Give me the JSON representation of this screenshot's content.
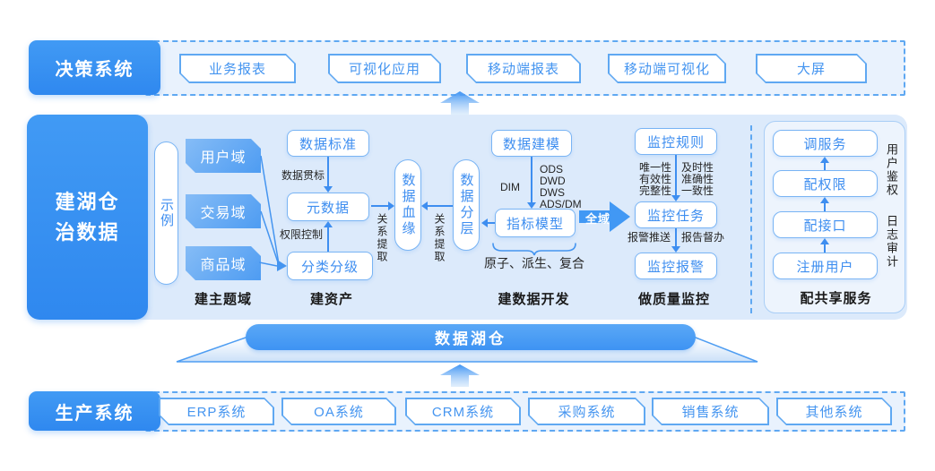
{
  "colors": {
    "primary_blue": "#3E93F3",
    "label_gradient_top": "#419AF4",
    "label_gradient_bottom": "#2F88EF",
    "panel_bg": "#DCEAFB",
    "band_bg": "#E9F2FD",
    "dashed_border": "#5FA8F2",
    "box_border": "#79B4F4",
    "box_text": "#3E8EF0",
    "dark_text": "#1A1A1A"
  },
  "decision": {
    "label": "决策系统",
    "items": [
      "业务报表",
      "可视化应用",
      "移动端报表",
      "移动端可视化",
      "大屏"
    ]
  },
  "governance": {
    "label": "建湖仓\n治数据",
    "example": "示例",
    "subject": {
      "caption": "建主题域",
      "domains": [
        "用户域",
        "交易域",
        "商品域"
      ]
    },
    "assets": {
      "caption": "建资产",
      "standard": "数据标准",
      "metadata": "元数据",
      "classify": "分类分级",
      "standard_arrow": "数据贯标",
      "permission_arrow": "权限控制",
      "lineage": "数据血缘",
      "layering": "数据分层",
      "relation1": "关系提取",
      "relation2": "关系提取"
    },
    "dev": {
      "caption": "建数据开发",
      "modeling": "数据建模",
      "indicator": "指标模型",
      "dim": "DIM",
      "layers": "ODS\nDWD\nDWS\nADS/DM",
      "brace_label": "原子、派生、复合",
      "full_domain": "全域"
    },
    "quality": {
      "caption": "做质量监控",
      "rules": "监控规则",
      "tasks": "监控任务",
      "alarm": "监控报警",
      "attrs_left": "唯一性\n有效性\n完整性",
      "attrs_right": "及时性\n准确性\n一致性",
      "push": "报警推送",
      "report": "报告督办"
    },
    "share": {
      "caption": "配共享服务",
      "items": [
        "调服务",
        "配权限",
        "配接口",
        "注册用户"
      ],
      "auth": "用户鉴权",
      "audit": "日志审计"
    }
  },
  "lake": {
    "label": "数据湖仓"
  },
  "production": {
    "label": "生产系统",
    "items": [
      "ERP系统",
      "OA系统",
      "CRM系统",
      "采购系统",
      "销售系统",
      "其他系统"
    ]
  }
}
